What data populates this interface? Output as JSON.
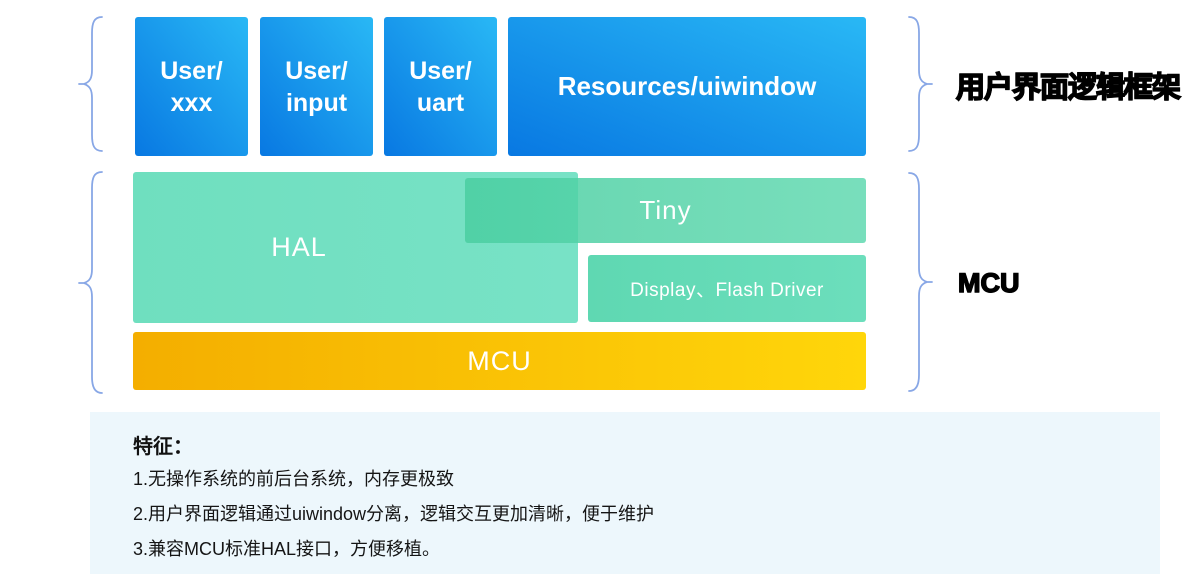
{
  "app_layer": {
    "blocks": [
      {
        "line1": "User/",
        "line2": "xxx"
      },
      {
        "line1": "User/",
        "line2": "input"
      },
      {
        "line1": "User/",
        "line2": "uart"
      },
      {
        "label": "Resources/uiwindow"
      }
    ],
    "brace_label": "用户界面逻辑框架"
  },
  "mcu_layer": {
    "hal_label": "HAL",
    "tiny_label": "Tiny",
    "driver_label": "Display、Flash Driver",
    "mcu_bar_label": "MCU",
    "brace_label": "MCU"
  },
  "features": {
    "title": "特征：",
    "items": [
      "1.无操作系统的前后台系统，内存更极致",
      "2.用户界面逻辑通过uiwindow分离，逻辑交互更加清晰，便于维护",
      "3.兼容MCU标准HAL接口，方便移植。"
    ]
  },
  "colors": {
    "block_blue_dark": "#0878e2",
    "block_blue_light": "#29b8f5",
    "block_green": "#6fdfbf",
    "block_yellow_dark": "#f4ae00",
    "block_yellow_light": "#ffd60a",
    "brace_stroke": "#88a7e6",
    "panel_bg": "#edf7fc",
    "label_text": "#000000"
  }
}
